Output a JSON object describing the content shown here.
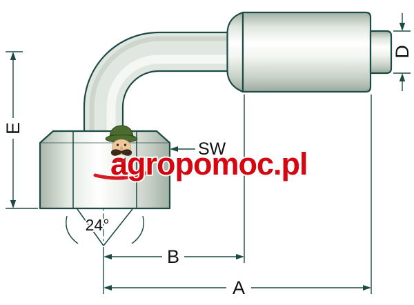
{
  "diagram": {
    "type": "technical-drawing",
    "subject": "90-degree elbow hydraulic hose fitting with hex swivel nut and crimp ferrule"
  },
  "labels": {
    "E": "E",
    "D": "D",
    "SW": "SW",
    "angle": "24°",
    "B": "B",
    "A": "A"
  },
  "watermark": {
    "text": "agropomoc.pl",
    "mascot_icon": "farmer-mascot-icon"
  },
  "colors": {
    "line": "#1c4a44",
    "label": "#111111",
    "wmred": "#d4000a",
    "metal_light": "#ffffff",
    "metal_mid": "#dfe6df",
    "metal_dark": "#a3b0a4",
    "background": "#ffffff"
  }
}
